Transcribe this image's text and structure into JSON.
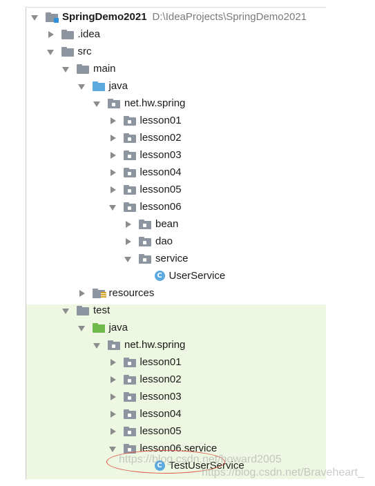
{
  "project": {
    "name": "SpringDemo2021",
    "path": "D:\\IdeaProjects\\SpringDemo2021"
  },
  "tree": [
    {
      "label": "SpringDemo2021",
      "indent": 0,
      "arrow": "down",
      "icon": "project-folder-icon",
      "bold": true
    },
    {
      "label": ".idea",
      "indent": 1,
      "arrow": "right",
      "icon": "folder-icon"
    },
    {
      "label": "src",
      "indent": 1,
      "arrow": "down",
      "icon": "folder-icon"
    },
    {
      "label": "main",
      "indent": 2,
      "arrow": "down",
      "icon": "folder-icon"
    },
    {
      "label": "java",
      "indent": 3,
      "arrow": "down",
      "icon": "source-root-icon"
    },
    {
      "label": "net.hw.spring",
      "indent": 4,
      "arrow": "down",
      "icon": "package-icon"
    },
    {
      "label": "lesson01",
      "indent": 5,
      "arrow": "right",
      "icon": "package-icon"
    },
    {
      "label": "lesson02",
      "indent": 5,
      "arrow": "right",
      "icon": "package-icon"
    },
    {
      "label": "lesson03",
      "indent": 5,
      "arrow": "right",
      "icon": "package-icon"
    },
    {
      "label": "lesson04",
      "indent": 5,
      "arrow": "right",
      "icon": "package-icon"
    },
    {
      "label": "lesson05",
      "indent": 5,
      "arrow": "right",
      "icon": "package-icon"
    },
    {
      "label": "lesson06",
      "indent": 5,
      "arrow": "down",
      "icon": "package-icon"
    },
    {
      "label": "bean",
      "indent": 6,
      "arrow": "right",
      "icon": "package-icon"
    },
    {
      "label": "dao",
      "indent": 6,
      "arrow": "right",
      "icon": "package-icon"
    },
    {
      "label": "service",
      "indent": 6,
      "arrow": "down",
      "icon": "package-icon"
    },
    {
      "label": "UserService",
      "indent": 7,
      "arrow": "none",
      "icon": "class-icon"
    },
    {
      "label": "resources",
      "indent": 3,
      "arrow": "right",
      "icon": "resources-folder-icon"
    },
    {
      "label": "test",
      "indent": 2,
      "arrow": "down",
      "icon": "folder-icon"
    },
    {
      "label": "java",
      "indent": 3,
      "arrow": "down",
      "icon": "test-root-icon"
    },
    {
      "label": "net.hw.spring",
      "indent": 4,
      "arrow": "down",
      "icon": "package-icon"
    },
    {
      "label": "lesson01",
      "indent": 5,
      "arrow": "right",
      "icon": "package-icon"
    },
    {
      "label": "lesson02",
      "indent": 5,
      "arrow": "right",
      "icon": "package-icon"
    },
    {
      "label": "lesson03",
      "indent": 5,
      "arrow": "right",
      "icon": "package-icon"
    },
    {
      "label": "lesson04",
      "indent": 5,
      "arrow": "right",
      "icon": "package-icon"
    },
    {
      "label": "lesson05",
      "indent": 5,
      "arrow": "right",
      "icon": "package-icon"
    },
    {
      "label": "lesson06.service",
      "indent": 5,
      "arrow": "down",
      "icon": "package-icon"
    },
    {
      "label": "TestUserService",
      "indent": 7,
      "arrow": "none",
      "icon": "class-icon"
    }
  ],
  "watermarks": [
    "https://blog.csdn.net/howard2005",
    "https://blog.csdn.net/Braveheart_"
  ],
  "colors": {
    "test_highlight": "#eef7e2",
    "annotation": "#e05545",
    "source_folder": "#5aa9df",
    "test_folder": "#6fba4a"
  }
}
